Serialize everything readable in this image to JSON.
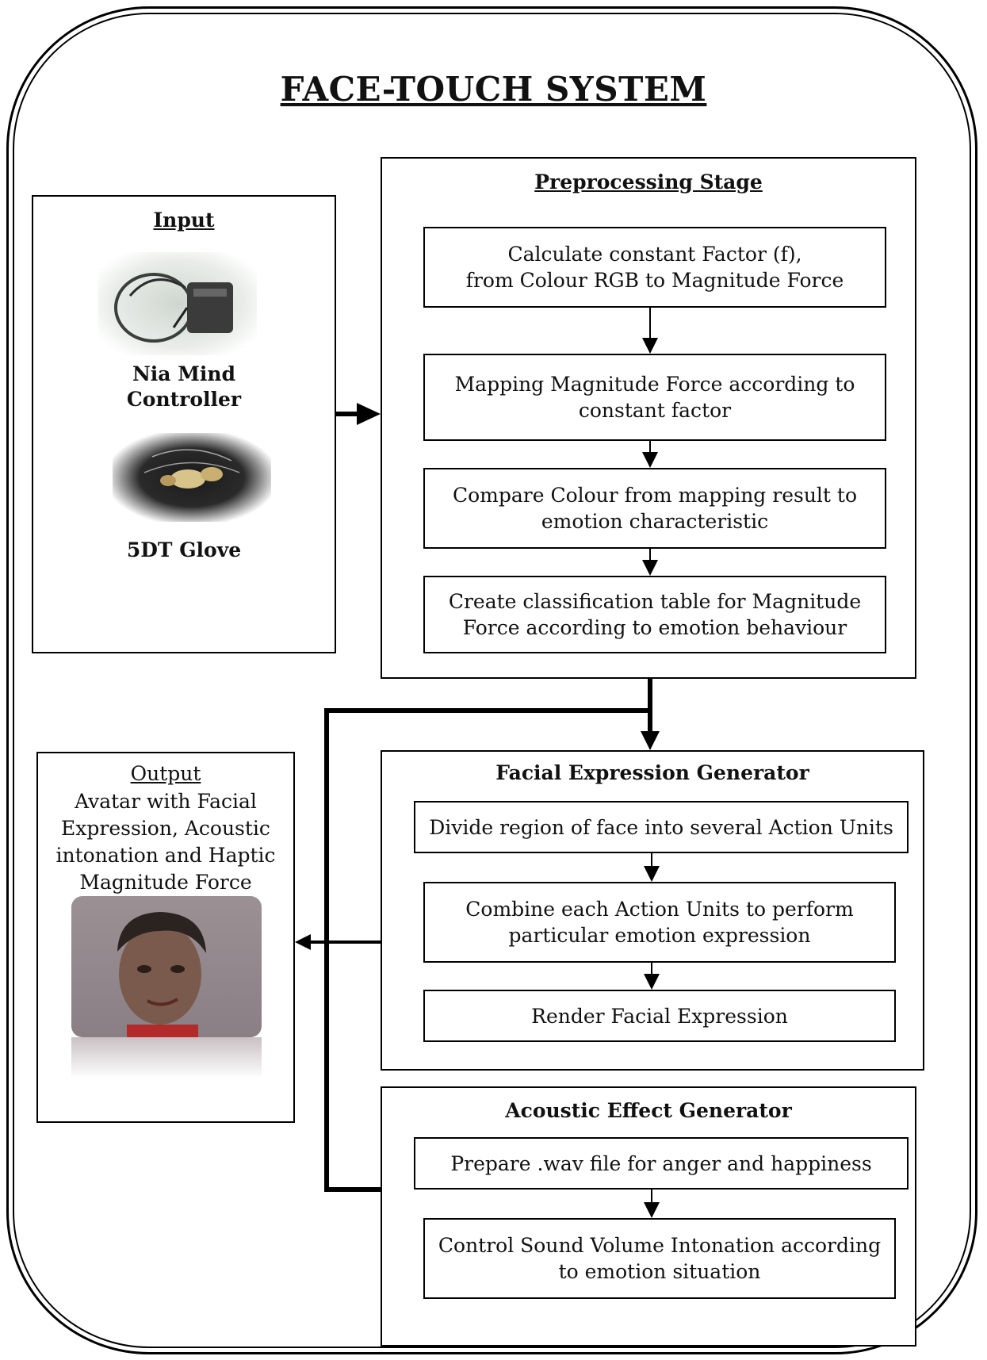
{
  "title": "FACE-TOUCH SYSTEM",
  "input": {
    "heading": "Input",
    "device1_label": "Nia Mind\nController",
    "device2_label": "5DT Glove"
  },
  "preprocessing": {
    "heading": "Preprocessing Stage",
    "steps": [
      "Calculate constant Factor (f),\nfrom Colour RGB to Magnitude Force",
      "Mapping Magnitude Force according to\nconstant factor",
      "Compare Colour from mapping result to\nemotion characteristic",
      "Create classification table for Magnitude\nForce according to emotion behaviour"
    ]
  },
  "facial": {
    "heading": "Facial Expression Generator",
    "steps": [
      "Divide region of face into several Action Units",
      "Combine each Action Units to perform\nparticular emotion expression",
      "Render Facial Expression"
    ]
  },
  "acoustic": {
    "heading": "Acoustic Effect Generator",
    "steps": [
      "Prepare .wav file for anger and happiness",
      "Control Sound Volume Intonation according\nto emotion situation"
    ]
  },
  "output": {
    "heading": "Output",
    "description": "Avatar with Facial\nExpression, Acoustic\nintonation and Haptic\nMagnitude Force"
  },
  "colors": {
    "line": "#000000",
    "background": "#ffffff"
  }
}
